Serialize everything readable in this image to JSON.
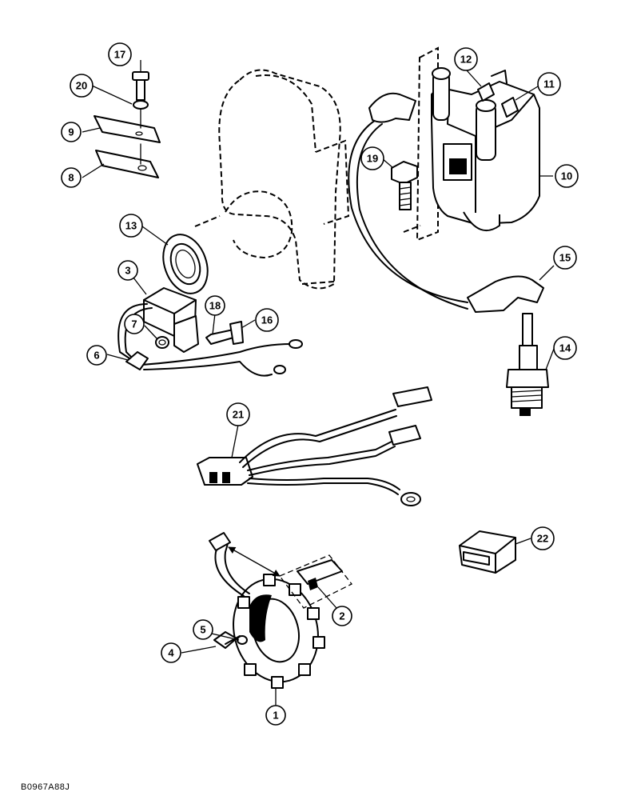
{
  "diagram": {
    "figure_code": "B0967A88J",
    "callouts": [
      "1",
      "2",
      "3",
      "4",
      "5",
      "6",
      "7",
      "8",
      "9",
      "10",
      "11",
      "12",
      "13",
      "14",
      "15",
      "16",
      "17",
      "18",
      "19",
      "20",
      "21",
      "22"
    ]
  }
}
